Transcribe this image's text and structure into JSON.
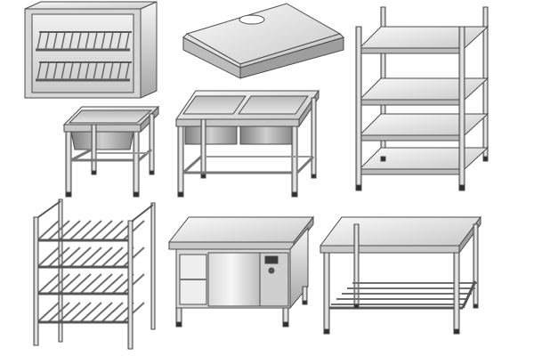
{
  "scene": {
    "background": "#ffffff",
    "palette": {
      "steel_light": "#eeeeee",
      "steel_mid": "#c4c4c4",
      "steel_dark": "#8c8c8c",
      "outline": "#4a4a4a",
      "foot": "#2e2e2e"
    },
    "items": [
      {
        "name": "wall-cabinet-with-dish-racks"
      },
      {
        "name": "exhaust-hood"
      },
      {
        "name": "four-tier-shelving-unit"
      },
      {
        "name": "single-bowl-sink-table"
      },
      {
        "name": "double-bowl-sink-table"
      },
      {
        "name": "slatted-dish-rack"
      },
      {
        "name": "heated-cabinet-table"
      },
      {
        "name": "work-table-with-undershelf"
      }
    ]
  }
}
